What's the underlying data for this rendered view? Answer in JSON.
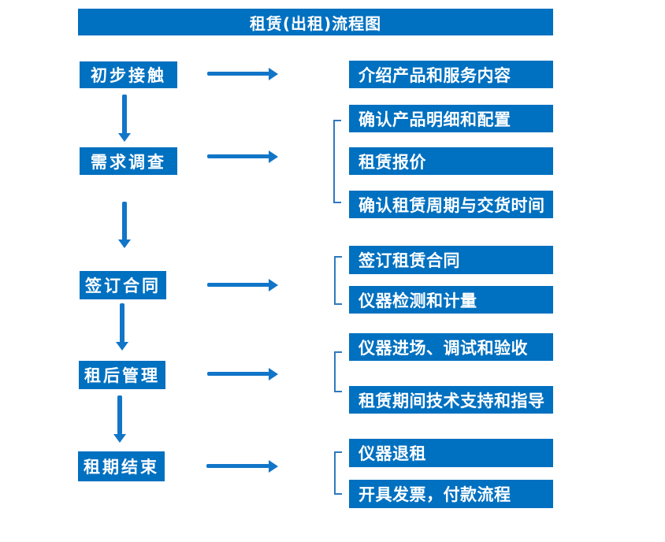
{
  "title": "租赁(出租)流程图",
  "colors": {
    "box": "#0070c0",
    "arrow": "#1175c8",
    "bracket": "#2e79c0"
  },
  "steps": [
    {
      "label": "初步接触",
      "details": [
        "介绍产品和服务内容"
      ]
    },
    {
      "label": "需求调查",
      "details": [
        "确认产品明细和配置",
        "租赁报价",
        "确认租赁周期与交货时间"
      ]
    },
    {
      "label": "签订合同",
      "details": [
        "签订租赁合同",
        "仪器检测和计量"
      ]
    },
    {
      "label": "租后管理",
      "details": [
        "仪器进场、调试和验收",
        "租赁期间技术支持和指导"
      ]
    },
    {
      "label": "租期结束",
      "details": [
        "仪器退租",
        "开具发票，付款流程"
      ]
    }
  ]
}
